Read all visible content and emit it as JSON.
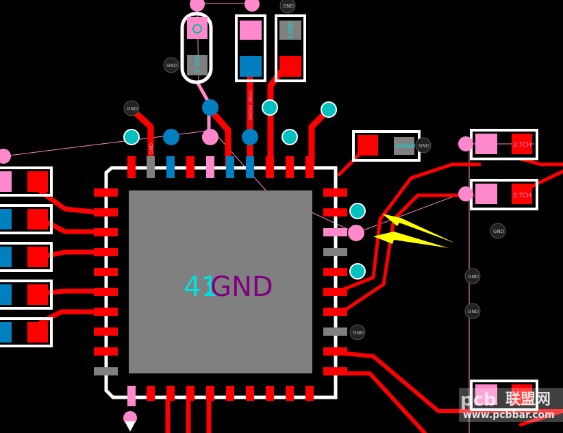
{
  "canvas": {
    "background": "#000000"
  },
  "colors": {
    "trace": "#ff0000",
    "pad": "#ff0000",
    "selected_pad": "#ff88cc",
    "bottom_pad": "#0080c0",
    "via": "#00c0c0",
    "silk": "#ffffff",
    "ratsnest": "#ff88cc",
    "body": "#808080",
    "arrow": "#ffff00",
    "gnd_text": "#800080",
    "pin_text": "#00e0e0"
  },
  "chip": {
    "pin_number": "41",
    "separator": ":",
    "net_name": "GND"
  },
  "net_labels": {
    "gnd": "GND",
    "part_top_left": "2:GND",
    "part_top_right": "2:GND",
    "part_mid": "2:GND",
    "part_right_1": "2:TCH",
    "part_right_2": "2:TCH",
    "vertical_trace": "DATA0_MCU"
  },
  "watermark": {
    "brand_pcb": "pcb",
    "brand_cn": "联盟网",
    "url": "www.pcbbar.com"
  },
  "icons": {
    "arrow_upper": "yellow-arrow-icon",
    "arrow_lower": "yellow-arrow-icon",
    "selected_cross": "crosshair-icon"
  }
}
